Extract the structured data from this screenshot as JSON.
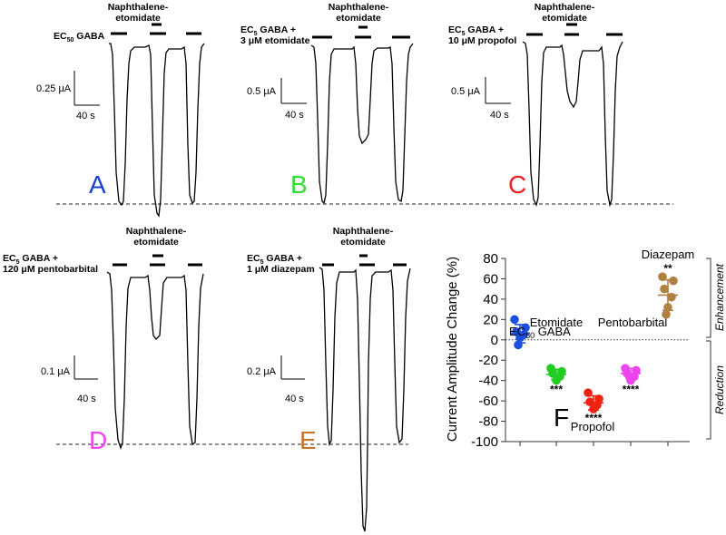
{
  "ylabel_html": "Current Amplitude Change (%)",
  "panels": {
    "A": {
      "letter": "A",
      "letter_color": "#1a3fd6",
      "condition_line1": "EC",
      "condition_sub": "50",
      "condition_line2": " GABA",
      "condition_line3": "",
      "napht1": "Naphthalene-",
      "napht2": "etomidate",
      "scale_value": "0.25 μA",
      "scale_time": "40 s"
    },
    "B": {
      "letter": "B",
      "letter_color": "#33dd33",
      "condition_line1": "EC",
      "condition_sub": "5",
      "condition_line2": " GABA +",
      "condition_line3": "3 μM etomidate",
      "napht1": "Naphthalene-",
      "napht2": "etomidate",
      "scale_value": "0.5 μA",
      "scale_time": "40 s"
    },
    "C": {
      "letter": "C",
      "letter_color": "#ee2222",
      "condition_line1": "EC",
      "condition_sub": "5",
      "condition_line2": " GABA +",
      "condition_line3": "10 μM propofol",
      "napht1": "Naphthalene-",
      "napht2": "etomidate",
      "scale_value": "0.5 μA",
      "scale_time": "40 s"
    },
    "D": {
      "letter": "D",
      "letter_color": "#ee44ee",
      "condition_line1": "EC",
      "condition_sub": "5",
      "condition_line2": " GABA +",
      "condition_line3": "120 μM pentobarbital",
      "napht1": "Naphthalene-",
      "napht2": "etomidate",
      "scale_value": "0.1 μA",
      "scale_time": "40 s"
    },
    "E": {
      "letter": "E",
      "letter_color": "#c8732a",
      "condition_line1": "EC",
      "condition_sub": "5",
      "condition_line2": " GABA +",
      "condition_line3": "1 μM diazepam",
      "napht1": "Naphthalene-",
      "napht2": "etomidate",
      "scale_value": "0.2 μA",
      "scale_time": "40 s"
    }
  },
  "chart_data": {
    "type": "scatter",
    "panel_letter": "F",
    "ylabel": "Current Amplitude Change (%)",
    "ylim": [
      -100,
      80
    ],
    "yticks": [
      80,
      60,
      40,
      20,
      0,
      -20,
      -40,
      -60,
      -80,
      -100
    ],
    "zero_line": "dotted",
    "side_labels": {
      "upper": "Enhancement",
      "lower": "Reduction"
    },
    "series": [
      {
        "name": "EC50 GABA",
        "label_main": "EC",
        "label_sub": "50",
        "label_tail": " GABA",
        "color": "#1a4fe0",
        "values": [
          20,
          12,
          8,
          5,
          2,
          -5
        ],
        "mean": 6,
        "sd": 9,
        "sig": ""
      },
      {
        "name": "Etomidate",
        "label_main": "Etomidate",
        "label_sub": "",
        "label_tail": "",
        "color": "#22cc22",
        "values": [
          -28,
          -31,
          -33,
          -36,
          -40
        ],
        "mean": -34,
        "sd": 5,
        "sig": "***"
      },
      {
        "name": "Propofol",
        "label_main": "Propofol",
        "label_sub": "",
        "label_tail": "",
        "color": "#ee2211",
        "values": [
          -52,
          -58,
          -61,
          -64,
          -68
        ],
        "mean": -62,
        "sd": 7,
        "sig": "****"
      },
      {
        "name": "Pentobarbital",
        "label_main": "Pentobarbital",
        "label_sub": "",
        "label_tail": "",
        "color": "#ee44ee",
        "values": [
          -28,
          -30,
          -33,
          -36,
          -40
        ],
        "mean": -33,
        "sd": 5,
        "sig": "****"
      },
      {
        "name": "Diazepam",
        "label_main": "Diazepam",
        "label_sub": "",
        "label_tail": "",
        "color": "#b08040",
        "values": [
          62,
          58,
          50,
          42,
          32,
          25
        ],
        "mean": 44,
        "sd": 15,
        "sig": "**"
      }
    ]
  }
}
